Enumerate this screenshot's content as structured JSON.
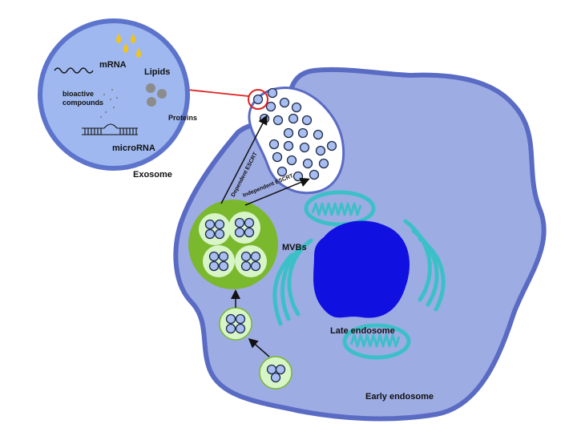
{
  "labels": {
    "mrna": "mRNA",
    "lipids": "Lipids",
    "bioactive_line1": "bioactive",
    "bioactive_line2": "compounds",
    "proteins": "Proteins",
    "microrna": "microRNA",
    "exosome": "Exosome",
    "dependent_escrt": "Dependent ESCRT",
    "independent_escrt": "Independent ESCRT",
    "mvbs": "MVBs",
    "late_endosome": "Late endosome",
    "early_endosome": "Early endosome"
  },
  "colors": {
    "cell_fill": "#9eace4",
    "cell_stroke": "#5a6bc4",
    "nucleus": "#1010e0",
    "mitochondria": "#3cc0c8",
    "mvb_outer": "#7ab82e",
    "mvb_inner": "#d8f5c8",
    "exosome_fill": "#9fb8ef",
    "exosome_stroke": "#5d74cc",
    "highlight_ring": "#dd2222",
    "lipid_yellow": "#f2c417",
    "protein_grey": "#8c8c8c"
  },
  "icons": [
    "lipid-droplet-icon",
    "protein-sphere-icon",
    "mrna-wave-icon",
    "microrna-hairpin-icon",
    "bioactive-dots-icon",
    "vesicle-icon"
  ]
}
